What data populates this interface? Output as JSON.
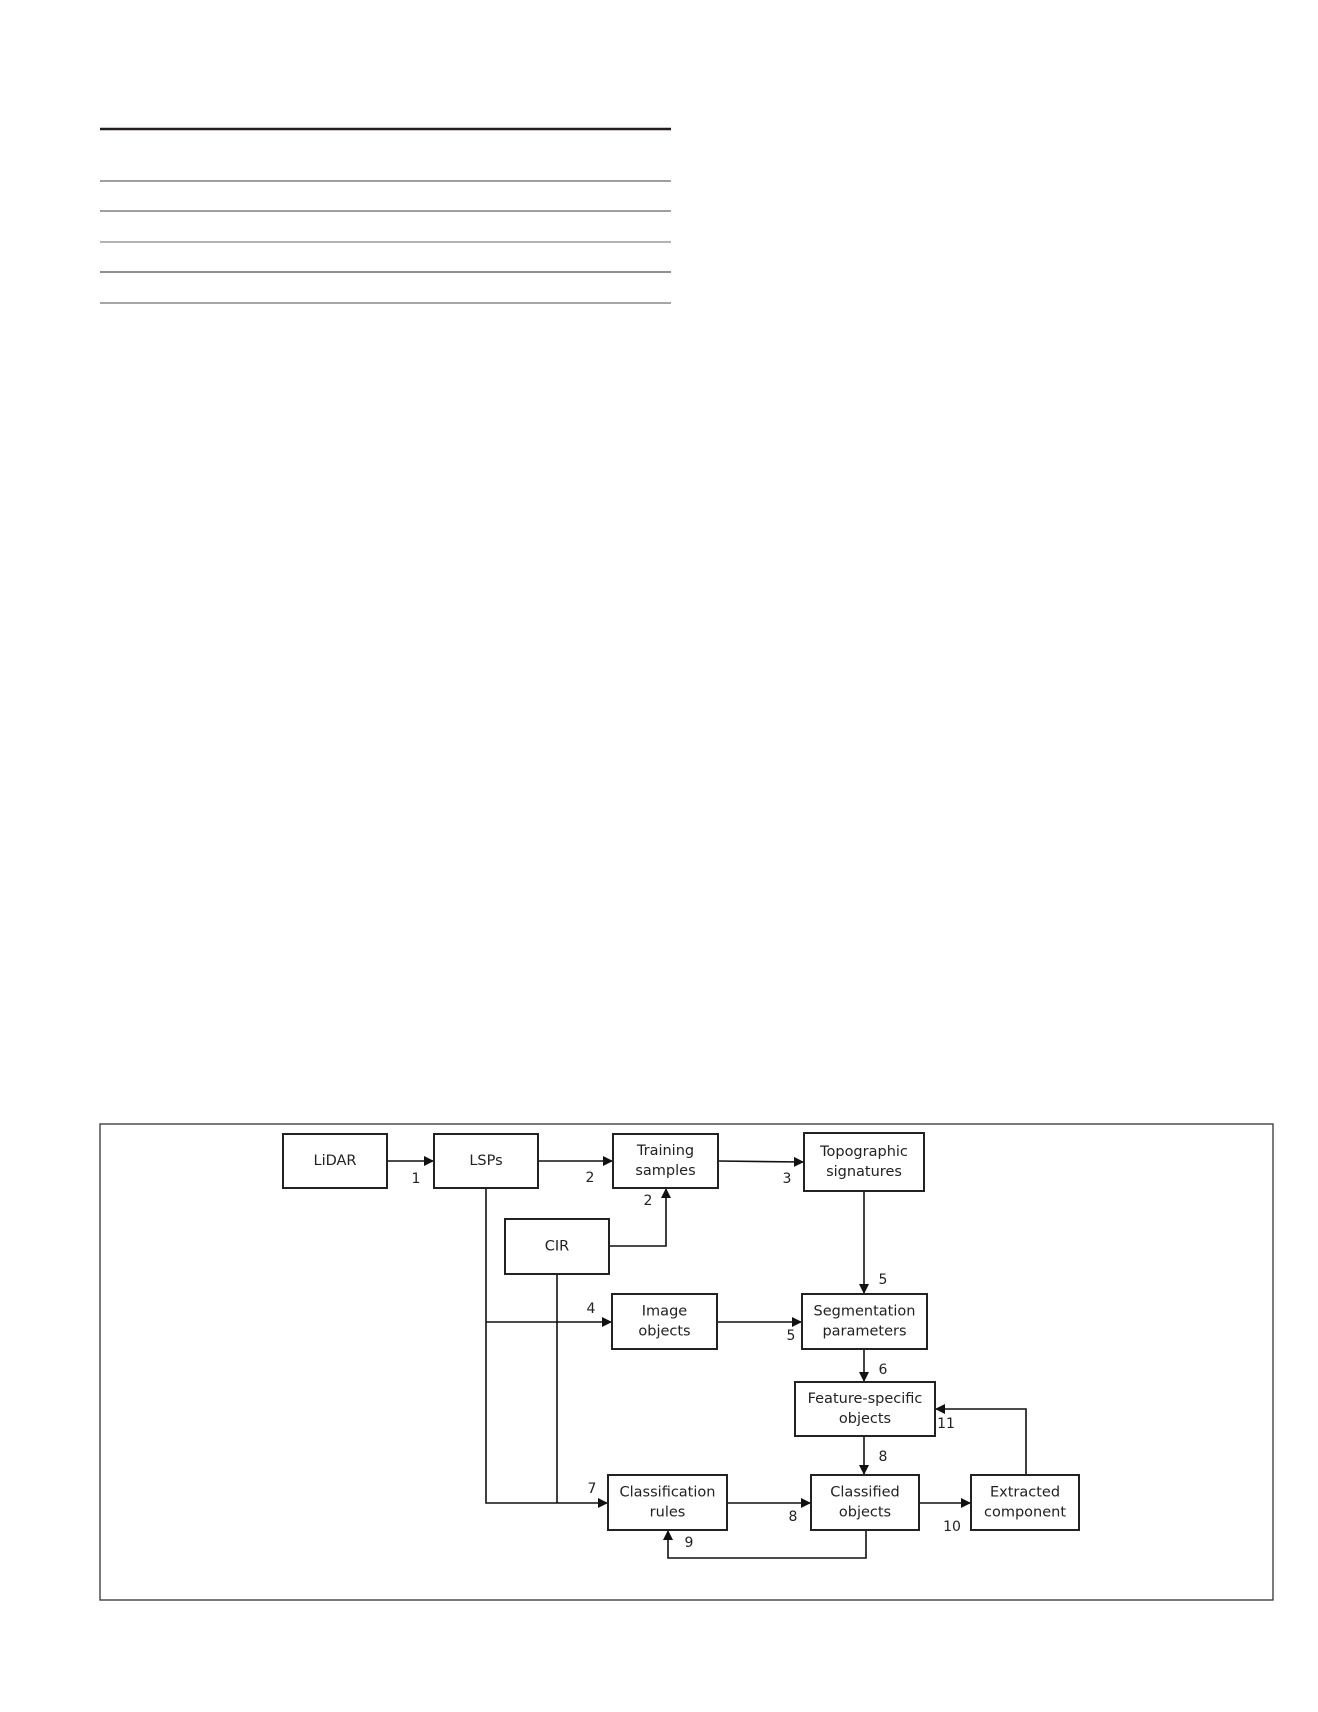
{
  "table": {
    "rows": 5
  },
  "diagram": {
    "nodes": {
      "lidar": [
        "LiDAR"
      ],
      "lsps": [
        "LSPs"
      ],
      "training": [
        "Training",
        "samples"
      ],
      "topographic": [
        "Topographic",
        "signatures"
      ],
      "cir": [
        "CIR"
      ],
      "image_objects": [
        "Image",
        "objects"
      ],
      "segmentation": [
        "Segmentation",
        "parameters"
      ],
      "feature_specific": [
        "Feature-specific",
        "objects"
      ],
      "classification_rules": [
        "Classification",
        "rules"
      ],
      "classified_objects": [
        "Classified",
        "objects"
      ],
      "extracted": [
        "Extracted",
        "component"
      ]
    },
    "edge_labels": {
      "lidar_lsps": "1",
      "lsps_training": "2",
      "cir_training": "2",
      "training_topographic": "3",
      "lsps_image_objects": "4",
      "topographic_segmentation": "5",
      "image_segmentation": "5",
      "segmentation_feature": "6",
      "to_classification_rules": "7",
      "feature_classified": "8",
      "rules_classified": "8",
      "classified_rules_feedback": "9",
      "classified_extracted": "10",
      "extracted_feature_feedback": "11"
    }
  }
}
